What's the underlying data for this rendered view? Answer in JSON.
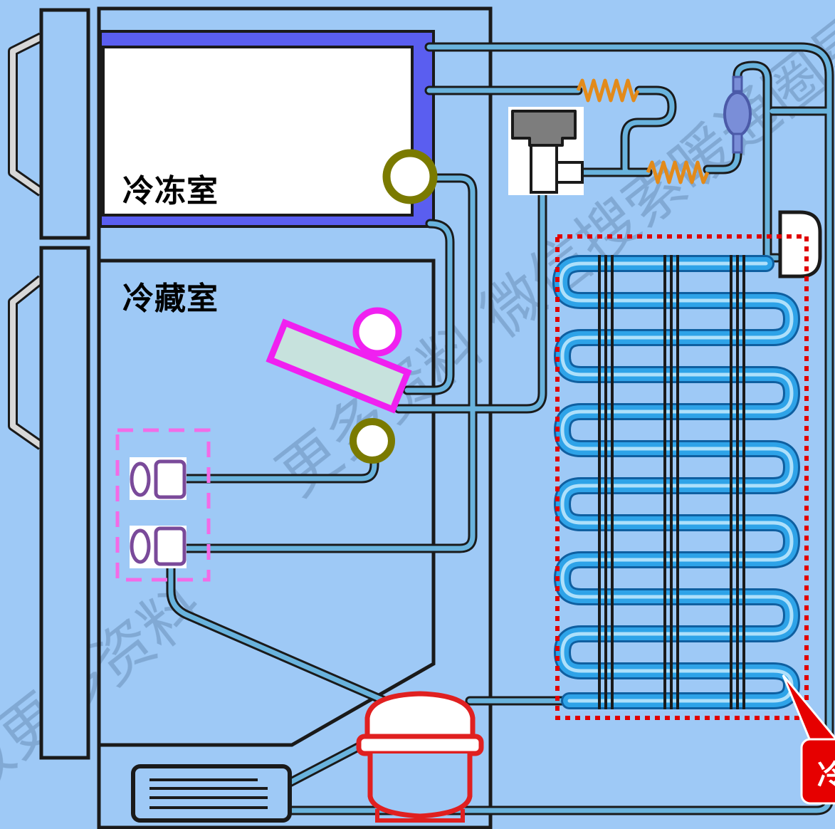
{
  "labels": {
    "freezer": "冷冻室",
    "refrigerator": "冷藏室",
    "callout": "冷"
  },
  "watermark": {
    "line1": "更多资料 微信搜索暖通圈星球",
    "line2": "级更多资料"
  },
  "colors": {
    "background": "#9ec9f6",
    "pipe": "#69b3dd",
    "pipe_outline": "#1a1a1a",
    "freezer_liner": "#5a5ef0",
    "coil": "#e28a1a",
    "dashed_box": "#e00000",
    "magenta": "#f020f0",
    "olive": "#7a7a00",
    "compressor": "#e02020",
    "condenser_tube": "#1d8fd6",
    "valve": "#7a4a9a"
  }
}
